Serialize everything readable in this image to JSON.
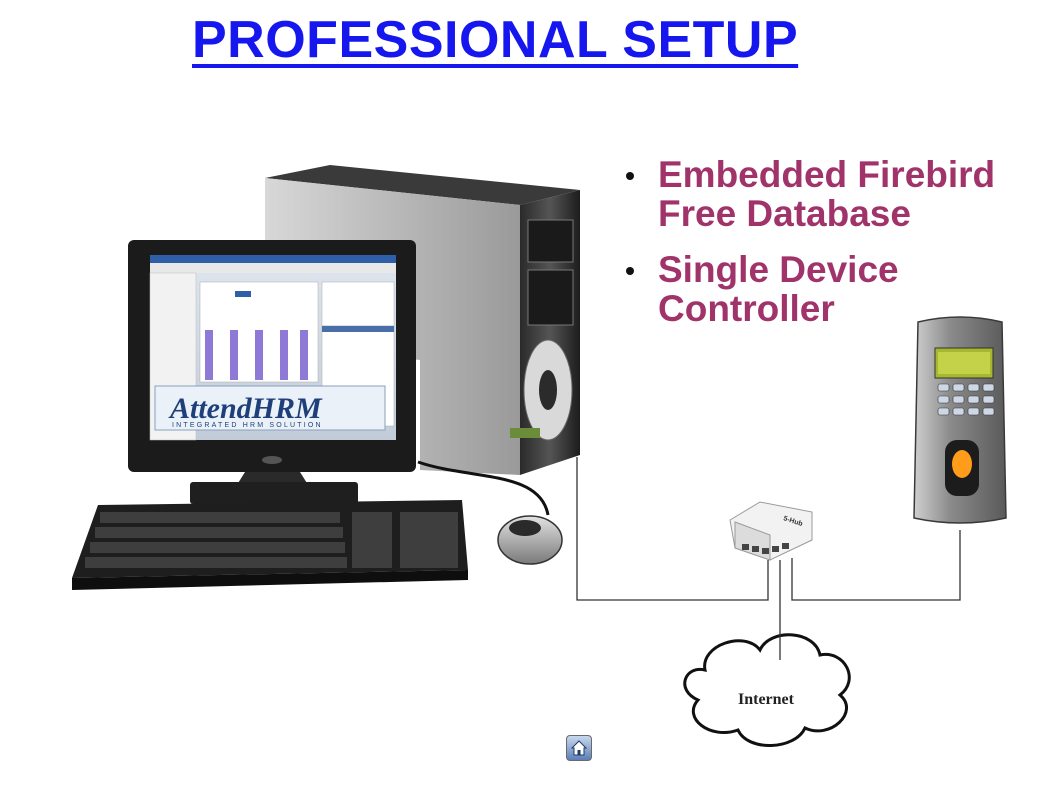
{
  "title": "PROFESSIONAL SETUP",
  "bullets": [
    {
      "line1": "Embedded Firebird",
      "line2": "Free Database"
    },
    {
      "line1": "Single Device",
      "line2": "Controller"
    }
  ],
  "logo": {
    "brand": "AttendHRM",
    "tagline": "INTEGRATED HRM SOLUTION"
  },
  "hub_label": "5-Hub",
  "cloud_label": "Internet",
  "colors": {
    "title": "#1616ee",
    "bullet_text": "#a0336a",
    "wire": "#333333"
  },
  "icons": {
    "home": "home-icon"
  }
}
